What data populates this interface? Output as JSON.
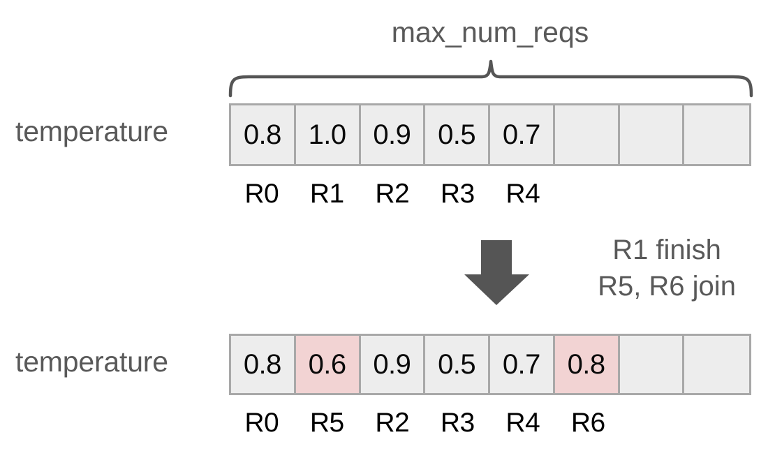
{
  "diagram": {
    "title_brace_label": "max_num_reqs",
    "num_slots": 8,
    "colors": {
      "cell_fill": "#ededed",
      "cell_border": "#a8a8a8",
      "highlight_fill": "#f2d3d3",
      "label_text": "#595959",
      "value_text": "#0a0a0a",
      "arrow_fill": "#555555",
      "brace_stroke": "#555555"
    },
    "before": {
      "row_label": "temperature",
      "cells": [
        {
          "value": "0.8",
          "highlight": false
        },
        {
          "value": "1.0",
          "highlight": false
        },
        {
          "value": "0.9",
          "highlight": false
        },
        {
          "value": "0.5",
          "highlight": false
        },
        {
          "value": "0.7",
          "highlight": false
        },
        {
          "value": "",
          "highlight": false
        },
        {
          "value": "",
          "highlight": false
        },
        {
          "value": "",
          "highlight": false
        }
      ],
      "request_ids": [
        "R0",
        "R1",
        "R2",
        "R3",
        "R4",
        "",
        "",
        ""
      ]
    },
    "transition": {
      "arrow_icon": "down-arrow-icon",
      "note_line_1": "R1 finish",
      "note_line_2": "R5, R6 join"
    },
    "after": {
      "row_label": "temperature",
      "cells": [
        {
          "value": "0.8",
          "highlight": false
        },
        {
          "value": "0.6",
          "highlight": true
        },
        {
          "value": "0.9",
          "highlight": false
        },
        {
          "value": "0.5",
          "highlight": false
        },
        {
          "value": "0.7",
          "highlight": false
        },
        {
          "value": "0.8",
          "highlight": true
        },
        {
          "value": "",
          "highlight": false
        },
        {
          "value": "",
          "highlight": false
        }
      ],
      "request_ids": [
        "R0",
        "R5",
        "R2",
        "R3",
        "R4",
        "R6",
        "",
        ""
      ]
    }
  }
}
